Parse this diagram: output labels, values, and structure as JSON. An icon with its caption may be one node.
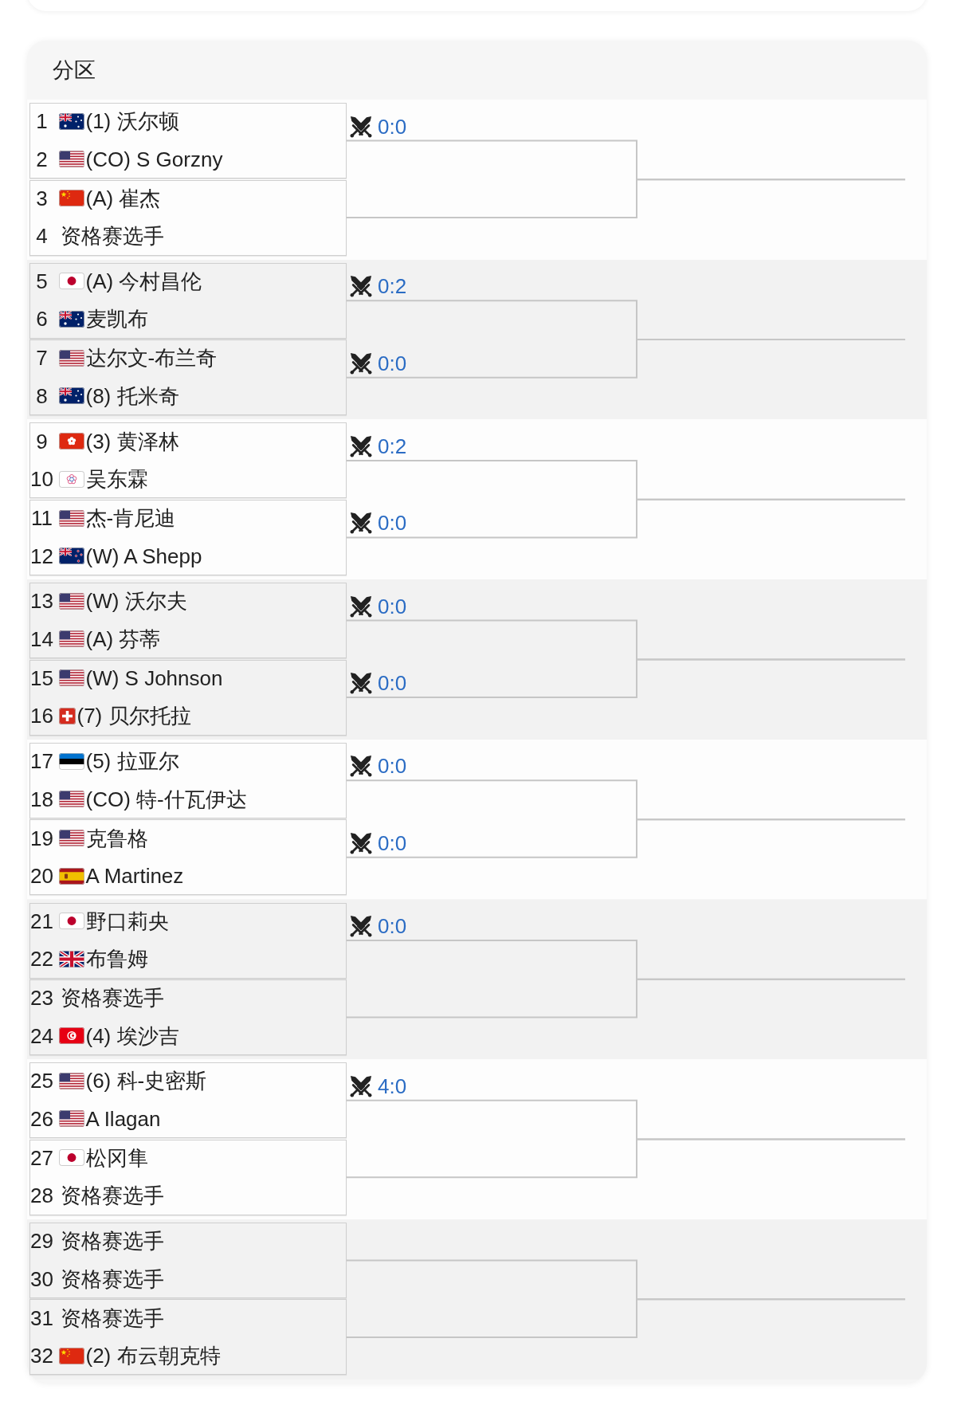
{
  "diagram": {
    "title": "分区",
    "nodes": [
      {
        "text": [
          "1",
          "(1) 沃尔顿",
          "2",
          "(CO) S Gorzny"
        ]
      },
      {
        "text": [
          "3",
          "(A) 崔杰",
          "4",
          "资格赛选手"
        ]
      },
      {
        "text": [
          "5",
          "(A) 今村昌伦",
          "6",
          "麦凯布"
        ]
      },
      {
        "text": [
          "7",
          "达尔文-布兰奇",
          "8",
          "(8) 托米奇"
        ]
      },
      {
        "text": [
          "9",
          "(3) 黄泽林",
          "10",
          "吴东霖"
        ]
      },
      {
        "text": [
          "11",
          "杰-肯尼迪",
          "12",
          "(W) A Shepp"
        ]
      },
      {
        "text": [
          "13",
          "(W) 沃尔夫",
          "14",
          "(A) 芬蒂"
        ]
      },
      {
        "text": [
          "15",
          "(W) S Johnson",
          "16",
          "(7) 贝尔托拉"
        ]
      },
      {
        "text": [
          "17",
          "(5) 拉亚尔",
          "18",
          "(CO) 特-什瓦伊达"
        ]
      },
      {
        "text": [
          "19",
          "克鲁格",
          "20",
          "A Martinez"
        ]
      },
      {
        "text": [
          "21",
          "野口莉央",
          "22",
          "布鲁姆"
        ]
      },
      {
        "text": [
          "23",
          "资格赛选手",
          "24",
          "(4) 埃沙吉"
        ]
      },
      {
        "text": [
          "25",
          "(6) 科-史密斯",
          "26",
          "A Ilagan"
        ]
      },
      {
        "text": [
          "27",
          "松冈隼",
          "28",
          "资格赛选手"
        ]
      },
      {
        "text": [
          "29",
          "资格赛选手",
          "30",
          "资格赛选手"
        ]
      },
      {
        "text": [
          "31",
          "资格赛选手",
          "32",
          "(2) 布云朝克特"
        ]
      }
    ],
    "edges": [
      {
        "from": 0,
        "to": null,
        "arrow": "none",
        "label": "0:0"
      },
      {
        "from": 1,
        "to": null,
        "arrow": "none"
      },
      {
        "from": 2,
        "to": null,
        "arrow": "none",
        "label": "0:2"
      },
      {
        "from": 3,
        "to": null,
        "arrow": "none",
        "label": "0:0"
      },
      {
        "from": 4,
        "to": null,
        "arrow": "none",
        "label": "0:2"
      },
      {
        "from": 5,
        "to": null,
        "arrow": "none",
        "label": "0:0"
      },
      {
        "from": 6,
        "to": null,
        "arrow": "none",
        "label": "0:0"
      },
      {
        "from": 7,
        "to": null,
        "arrow": "none",
        "label": "0:0"
      },
      {
        "from": 8,
        "to": null,
        "arrow": "none",
        "label": "0:0"
      },
      {
        "from": 9,
        "to": null,
        "arrow": "none",
        "label": "0:0"
      },
      {
        "from": 10,
        "to": null,
        "arrow": "none",
        "label": "0:0"
      },
      {
        "from": 11,
        "to": null,
        "arrow": "none"
      },
      {
        "from": 12,
        "to": null,
        "arrow": "none",
        "label": "4:0"
      },
      {
        "from": 13,
        "to": null,
        "arrow": "none"
      },
      {
        "from": 14,
        "to": null,
        "arrow": "none"
      },
      {
        "from": 15,
        "to": null,
        "arrow": "none"
      }
    ]
  }
}
